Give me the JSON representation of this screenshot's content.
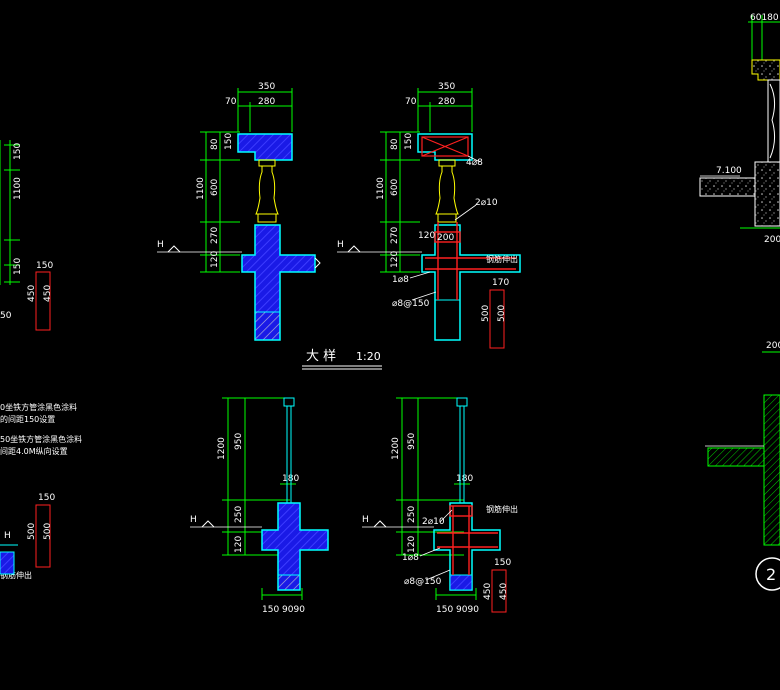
{
  "colors": {
    "background": "#000000",
    "dimension_line": "#00ff00",
    "concrete_fill": "#1a1ae6",
    "outline": "#00ffff",
    "rebar": "#ff2020",
    "baluster": "#ffff00",
    "text": "#ffffff"
  },
  "detail_a": {
    "top_dim": "350",
    "left_dim": "70",
    "mid_dim": "280",
    "v_80": "80",
    "v_150": "150",
    "v_600": "600",
    "v_1100": "1100",
    "v_270": "270",
    "v_120": "120",
    "h_mark": "H"
  },
  "detail_b": {
    "top_dim": "350",
    "left_dim": "70",
    "mid_dim": "280",
    "v_80": "80",
    "v_150": "150",
    "v_600": "600",
    "v_1100": "1100",
    "v_270": "270",
    "v_120": "120",
    "v_120b": "120",
    "dim_200": "200",
    "rebar_top": "4⌀8",
    "rebar_mid": "2⌀10",
    "rebar_low": "1⌀8",
    "stirrup": "⌀8@150",
    "note_right": "钢筋伸出",
    "col_dim": "170",
    "col_h1": "500",
    "col_h2": "500",
    "h_mark": "H"
  },
  "detail_c": {
    "v_1200": "1200",
    "v_950": "950",
    "v_250": "250",
    "v_120": "120",
    "dim_180": "180",
    "bottom_dims": "150 9090",
    "h_mark": "H"
  },
  "detail_d": {
    "v_1200": "1200",
    "v_950": "950",
    "v_250": "250",
    "v_120": "120",
    "dim_180": "180",
    "rebar_mid": "2⌀10",
    "rebar_low": "1⌀8",
    "stirrup": "⌀8@150",
    "note_right": "钢筋伸出",
    "col_dim": "150",
    "col_h1": "450",
    "col_h2": "450",
    "bottom_dims": "150 9090",
    "h_mark": "H"
  },
  "left_partial": {
    "v_1100": "1100",
    "v_150": "150",
    "v_150b": "150",
    "col_dim": "150",
    "col_h1": "450",
    "col_h2": "450",
    "dim_50": "50",
    "note1": "0坐铁方管涂黑色涂料",
    "note2": "的间距150设置",
    "note3": "50坐铁方管涂黑色涂料",
    "note4": "间距4.0M纵向设置",
    "col2_dim": "150",
    "col2_h1": "500",
    "col2_h2": "500",
    "h_mark": "H",
    "note_cut": "钢筋伸出"
  },
  "right_partial": {
    "top_dims": "60180",
    "level": "7.100",
    "dim_200": "200",
    "dim_200b": "200",
    "circle_label": "2"
  },
  "title": {
    "text": "大  样",
    "scale": "1:20"
  }
}
